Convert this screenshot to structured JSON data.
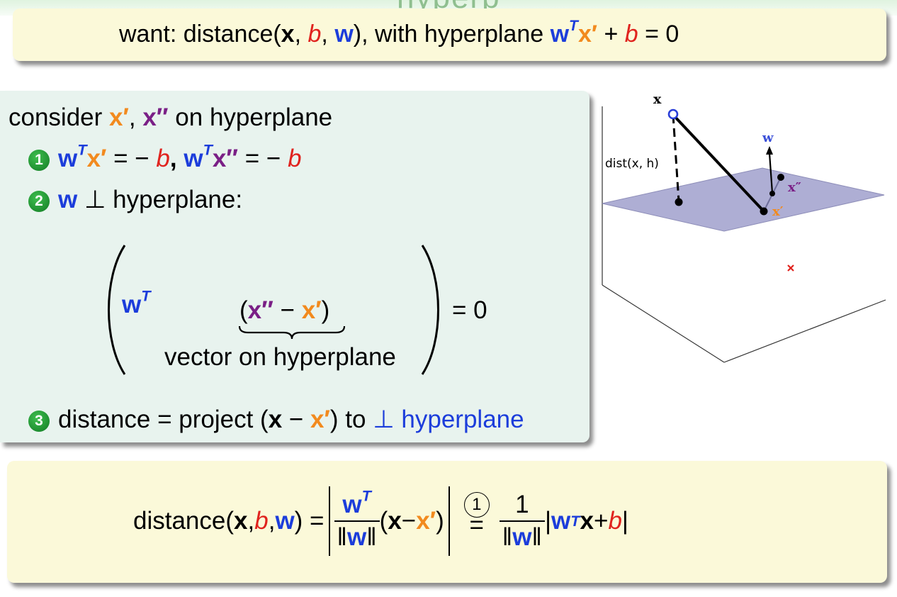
{
  "banner": {
    "partial_title": "hyperp"
  },
  "top": {
    "t1": "want: distance(",
    "x": "x",
    "comma1": ", ",
    "b": "b",
    "comma2": ", ",
    "w": "w",
    "t2": "), with hyperplane ",
    "w2": "w",
    "T": "T",
    "xp": "x′",
    "plus": " + ",
    "b2": "b",
    "eq": " = 0"
  },
  "mid": {
    "consider": {
      "t1": "consider ",
      "xp": "x′",
      "comma": ", ",
      "xpp": "x″",
      "t2": " on hyperplane"
    },
    "item1": {
      "num": "1",
      "w": "w",
      "T": "T",
      "xp": "x′",
      "eq": " = − ",
      "b": "b",
      "comma": ", ",
      "w2": "w",
      "T2": "T",
      "xpp": "x″",
      "eq2": " = − ",
      "b2": "b"
    },
    "item2": {
      "num": "2",
      "w": "w",
      "perp": " ⊥ ",
      "text": "hyperplane:"
    },
    "matrix": {
      "w": "w",
      "T": "T",
      "lp": "(",
      "xpp": "x″",
      "minus": " − ",
      "xp": "x′",
      "rp": ")",
      "underlabel": "vector on hyperplane",
      "eq": "= 0"
    },
    "item3": {
      "num": "3",
      "t1": "distance = project (",
      "x": "x",
      "minus": " − ",
      "xp": "x′",
      "t2": ") to ",
      "perp": "⊥ hyperplane"
    }
  },
  "bottom": {
    "lhs1": "distance(",
    "x": "x",
    "c1": ", ",
    "b": "b",
    "c2": ", ",
    "w": "w",
    "lhs2": ") = ",
    "frac_num_w": "w",
    "frac_num_T": "T",
    "frac_den_l": "‖",
    "frac_den_w": "w",
    "frac_den_r": "‖",
    "paren_l": "(",
    "x2": "x",
    "minus": " − ",
    "xp": "x′",
    "paren_r": ")",
    "circled": "1",
    "eqsign": "=",
    "one": "1",
    "den2_l": "‖",
    "den2_w": "w",
    "den2_r": "‖",
    "abs_l": "|",
    "w3": "w",
    "T3": "T",
    "x3": "x",
    "plus": " + ",
    "b2": "b",
    "abs_r": "|"
  },
  "figure": {
    "label_x": "x",
    "label_w": "w",
    "label_dist": "dist(x, h)",
    "label_xpp": "x″",
    "label_xp": "x′",
    "colors": {
      "plane": "#aeaed4",
      "point_x": "#2a3fd8",
      "w_label": "#3a4fd8",
      "xpp_label": "#7a1f86",
      "xp_label": "#f28a1e",
      "cross": "#e0231e"
    }
  }
}
